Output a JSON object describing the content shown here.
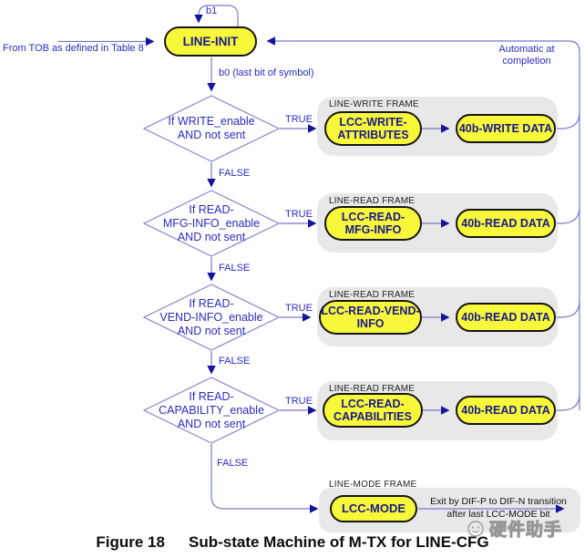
{
  "colors": {
    "state_fill": "#f8f83a",
    "state_border": "#151515",
    "state_text": "#18188c",
    "wire_blue": "#7878cc",
    "arrow_navy": "#14149c",
    "label_blue": "#2b2bc4",
    "frame_gray": "#e8e8e8"
  },
  "diagram": {
    "self_loop_label": "b1",
    "entry_label": "From TOB as defined in Table 8",
    "return_label": "Automatic at\ncompletion",
    "init_state": "LINE-INIT",
    "transition_label": "b0 (last bit of symbol)",
    "true_label": "TRUE",
    "false_label": "FALSE",
    "branches": [
      {
        "condition": "If WRITE_enable\nAND not sent",
        "frame_label": "LINE-WRITE FRAME",
        "lcc_state": "LCC-WRITE-\nATTRIBUTES",
        "data_state": "40b-WRITE DATA"
      },
      {
        "condition": "If READ-\nMFG-INFO_enable\nAND not sent",
        "frame_label": "LINE-READ FRAME",
        "lcc_state": "LCC-READ-\nMFG-INFO",
        "data_state": "40b-READ DATA"
      },
      {
        "condition": "If READ-\nVEND-INFO_enable\nAND not sent",
        "frame_label": "LINE-READ FRAME",
        "lcc_state": "LCC-READ-VEND-\nINFO",
        "data_state": "40b-READ DATA"
      },
      {
        "condition": "If READ-\nCAPABILITY_enable\nAND not sent",
        "frame_label": "LINE-READ FRAME",
        "lcc_state": "LCC-READ-\nCAPABILITIES",
        "data_state": "40b-READ DATA"
      }
    ],
    "mode_frame_label": "LINE-MODE FRAME",
    "mode_state": "LCC-MODE",
    "exit_note": "Exit by DIF-P to DIF-N transition\nafter last LCC-MODE bit"
  },
  "caption": {
    "label": "Figure 18",
    "title": "Sub-state Machine of M-TX for LINE-CFG"
  },
  "watermark": "硬件助手"
}
